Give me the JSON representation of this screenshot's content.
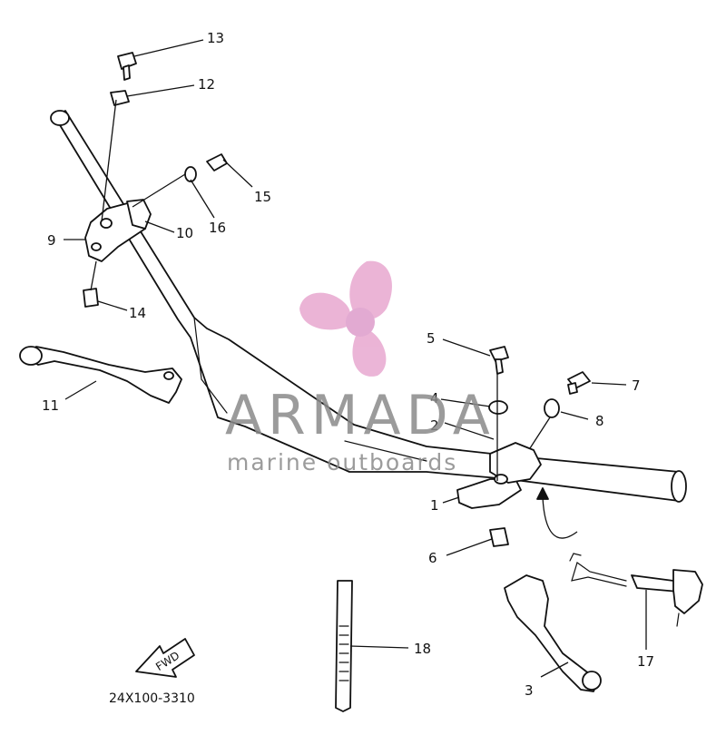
{
  "diagram": {
    "part_labels": [
      "13",
      "12",
      "15",
      "16",
      "10",
      "9",
      "14",
      "11",
      "5",
      "7",
      "4",
      "8",
      "2",
      "1",
      "6",
      "18",
      "3",
      "17"
    ],
    "fwd_label": "FWD",
    "drawing_code": "24X100-3310"
  },
  "watermark": {
    "brand": "ARMADA",
    "tagline": "marine outboards",
    "colors": {
      "logo_pink": "#e8a8d0",
      "logo_dot": "#dd9ccb",
      "text_gray": "#8a8a8a"
    }
  }
}
